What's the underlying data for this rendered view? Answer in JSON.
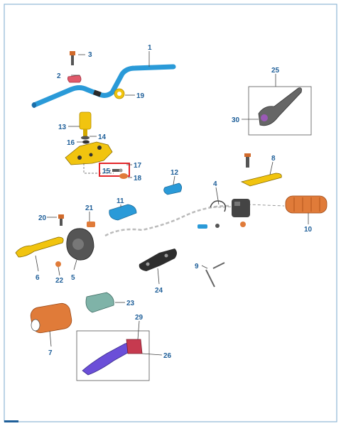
{
  "diagram": {
    "colors": {
      "frame": "#8fb7d6",
      "label": "#1f5f99",
      "highlight": "#e3262a",
      "blue_part": "#2a9ad8",
      "yellow_part": "#f1c40f",
      "orange_part": "#e07b39",
      "purple_part": "#6b4fd8",
      "red_part": "#c63a4f",
      "dark_part": "#3a3a3a",
      "grey_part": "#8c8c8c"
    },
    "parts": [
      {
        "number": "1"
      },
      {
        "number": "2"
      },
      {
        "number": "3"
      },
      {
        "number": "4"
      },
      {
        "number": "5"
      },
      {
        "number": "6"
      },
      {
        "number": "7"
      },
      {
        "number": "8"
      },
      {
        "number": "9"
      },
      {
        "number": "10"
      },
      {
        "number": "11"
      },
      {
        "number": "12"
      },
      {
        "number": "13"
      },
      {
        "number": "14"
      },
      {
        "number": "15"
      },
      {
        "number": "16"
      },
      {
        "number": "17"
      },
      {
        "number": "18"
      },
      {
        "number": "19"
      },
      {
        "number": "20"
      },
      {
        "number": "21"
      },
      {
        "number": "22"
      },
      {
        "number": "23"
      },
      {
        "number": "24"
      },
      {
        "number": "25"
      },
      {
        "number": "26"
      },
      {
        "number": "29"
      },
      {
        "number": "30"
      }
    ],
    "highlighted_part": "15"
  }
}
